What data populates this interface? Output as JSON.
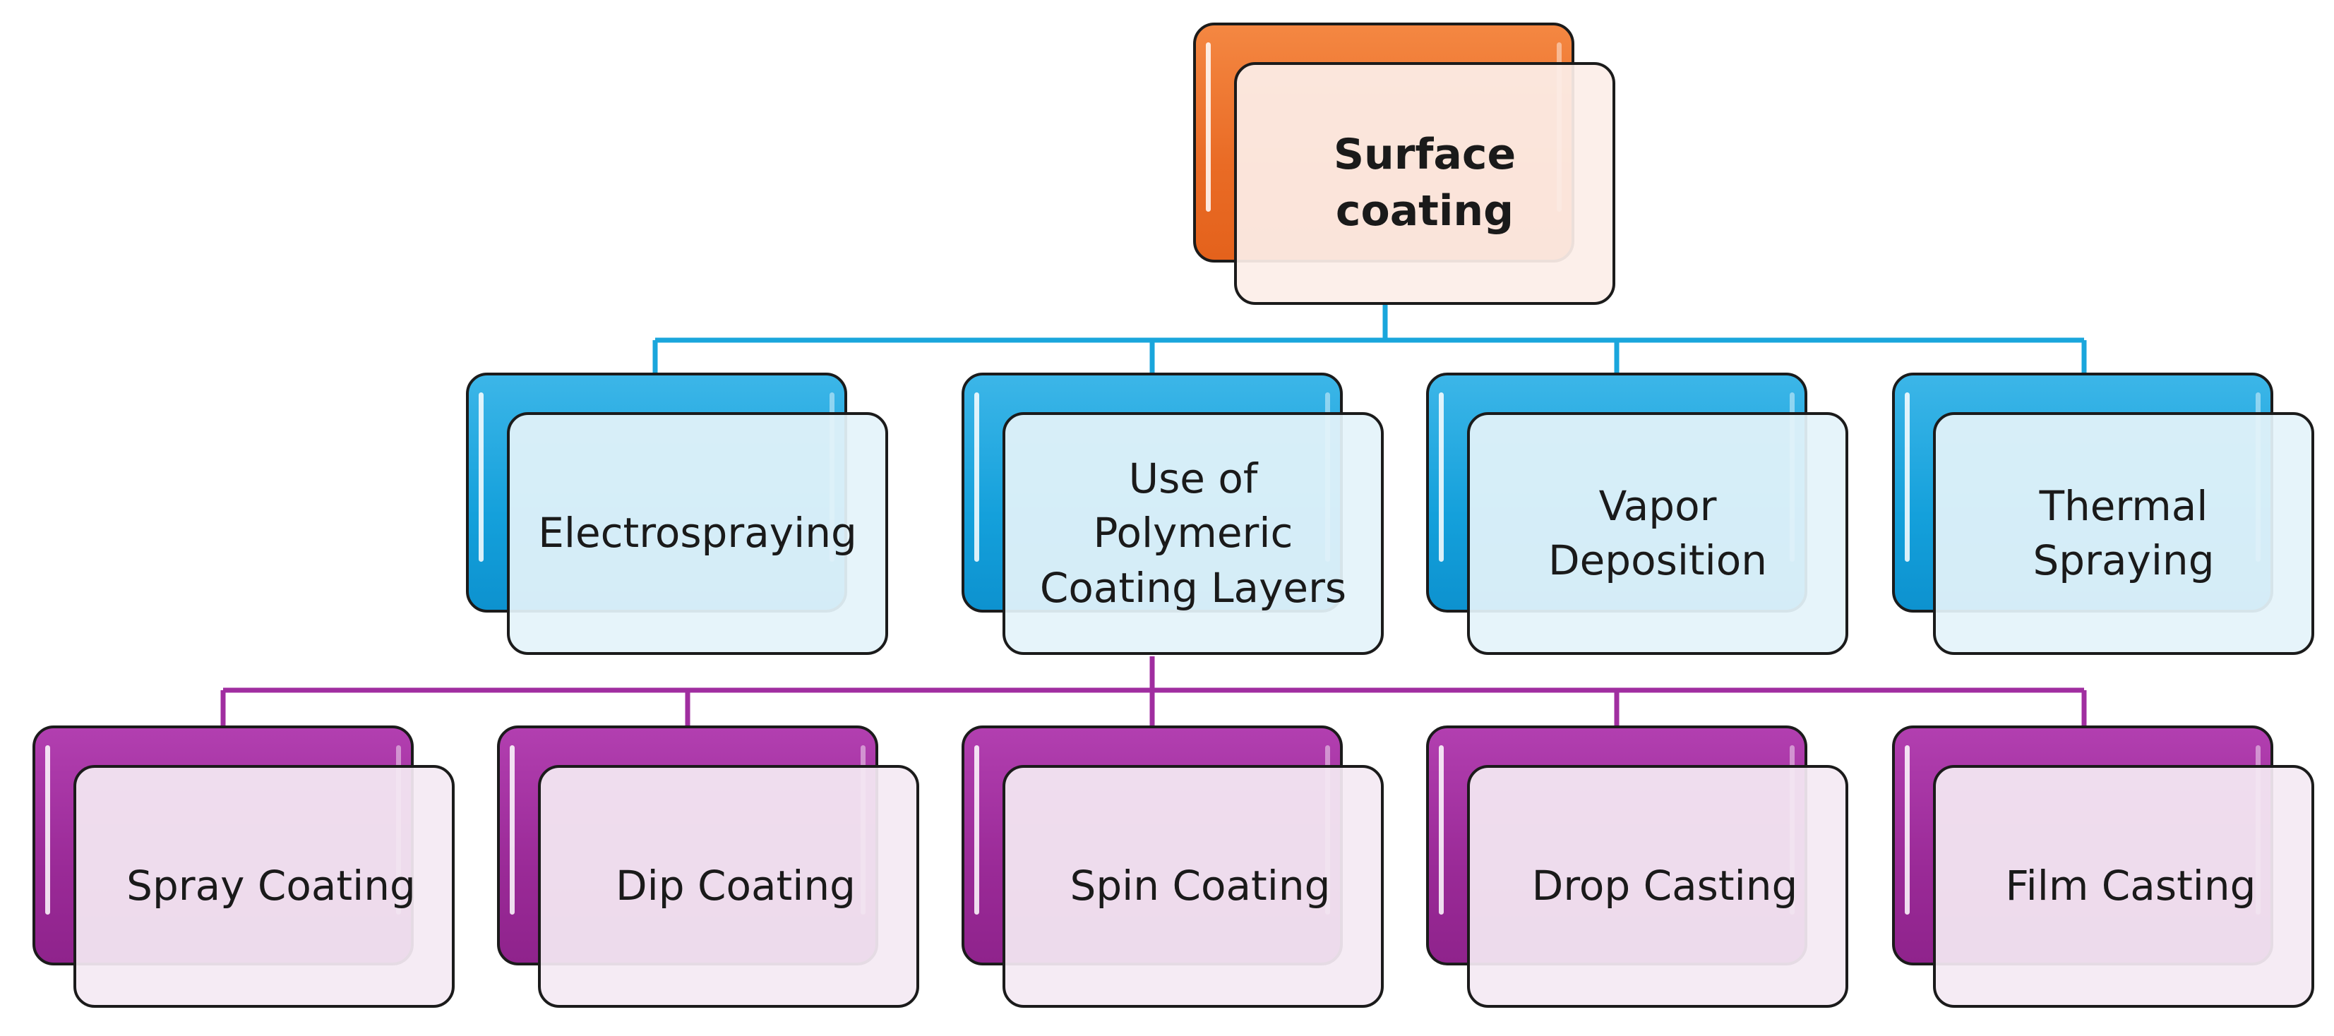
{
  "colors": {
    "root": "#e96b25",
    "level1": "#14a0db",
    "level2": "#9a2a97",
    "connector_level1": "#1aa6dc",
    "connector_level2": "#a02ea0"
  },
  "root": {
    "label": "Surface\ncoating"
  },
  "level1": [
    {
      "label": "Electrospraying"
    },
    {
      "label": "Use of\nPolymeric\nCoating Layers"
    },
    {
      "label": "Vapor\nDeposition"
    },
    {
      "label": "Thermal\nSpraying"
    }
  ],
  "level2": [
    {
      "label": "Spray Coating"
    },
    {
      "label": "Dip Coating"
    },
    {
      "label": "Spin Coating"
    },
    {
      "label": "Drop Casting"
    },
    {
      "label": "Film Casting"
    }
  ]
}
